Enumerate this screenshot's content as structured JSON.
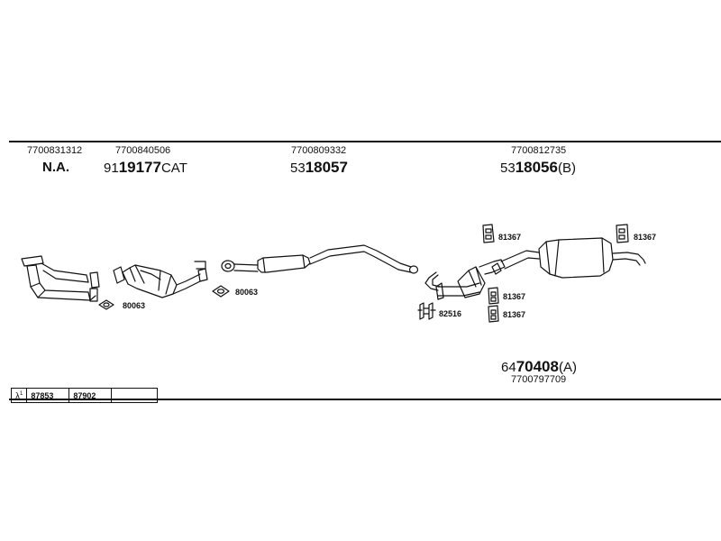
{
  "parts": {
    "p1": {
      "oem": "7700831312",
      "code": "N.A."
    },
    "p2": {
      "oem": "7700840506",
      "code_prefix": "91",
      "code_main": "19177",
      "code_suffix": "CAT"
    },
    "p3": {
      "oem": "7700809332",
      "code_prefix": "53",
      "code_main": "18057",
      "code_suffix": ""
    },
    "p4": {
      "oem": "7700812735",
      "code_prefix": "53",
      "code_main": "18056",
      "code_suffix": "(B)"
    },
    "p5": {
      "oem": "7700797709",
      "code_prefix": "64",
      "code_main": "70408",
      "code_suffix": "(A)"
    }
  },
  "fittings": {
    "gasket_a": "80063",
    "gasket_b": "80063",
    "hanger_top_left": "81367",
    "hanger_top_right": "81367",
    "hanger_mid_1": "81367",
    "hanger_mid_2": "81367",
    "clamp": "82516"
  },
  "lambda_table": {
    "symbol": "λ",
    "values": [
      "87853",
      "87902",
      ""
    ]
  }
}
